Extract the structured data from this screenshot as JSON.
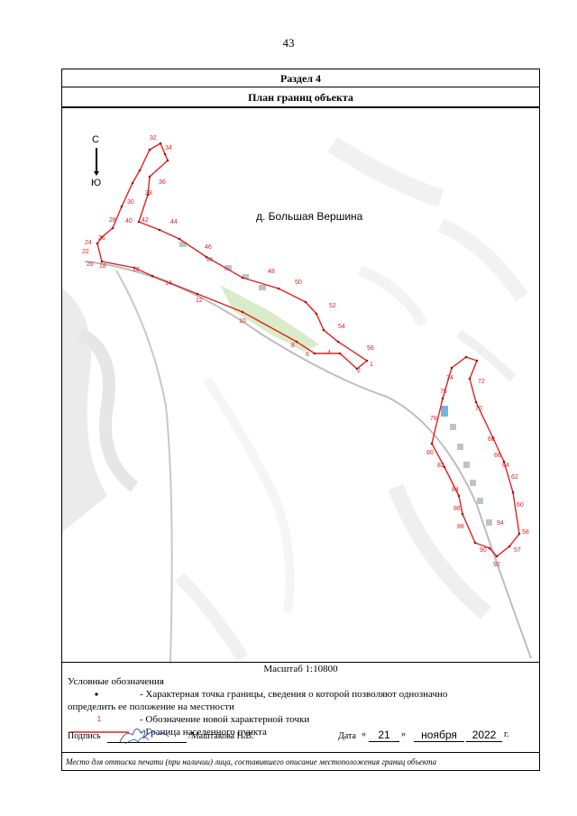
{
  "page_number": "43",
  "section_title": "Раздел 4",
  "plan_title": "План границ объекта",
  "map": {
    "north_label": "С",
    "south_label": "Ю",
    "settlement_label": "д. Большая Вершина",
    "boundary_color": "#e02020",
    "point_labels": [
      "1",
      "2",
      "4",
      "6",
      "8",
      "10",
      "12",
      "14",
      "16",
      "18",
      "20",
      "22",
      "24",
      "26",
      "28",
      "30",
      "32",
      "34",
      "36",
      "38",
      "40",
      "42",
      "44",
      "46",
      "48",
      "50",
      "52",
      "54",
      "56",
      "57",
      "58",
      "60",
      "62",
      "64",
      "66",
      "68",
      "70",
      "72",
      "74",
      "76",
      "78",
      "80",
      "82",
      "84",
      "86",
      "88",
      "90",
      "92",
      "94"
    ]
  },
  "scale": "Масштаб 1:10800",
  "legend": {
    "title": "Условные обозначения",
    "point_text_1": "- Характерная точка границы, сведения о которой позволяют однозначно",
    "point_text_2": "определить ее положение на местности",
    "new_point_symbol": "1",
    "new_point_text": "- Обозначение новой характерной точки",
    "border_text": "- Граница населенного пункта"
  },
  "signature": {
    "label": "Подпись",
    "signer": "/Маштакова Н.В.",
    "date_label": "Дата",
    "quote_open": "«",
    "quote_close": "»",
    "day": "21",
    "month": "ноября",
    "year": "2022",
    "year_suffix": "г."
  },
  "footer_note": "Место для оттиска печати (при наличии) лица, составившего описание местоположения границ объекта"
}
